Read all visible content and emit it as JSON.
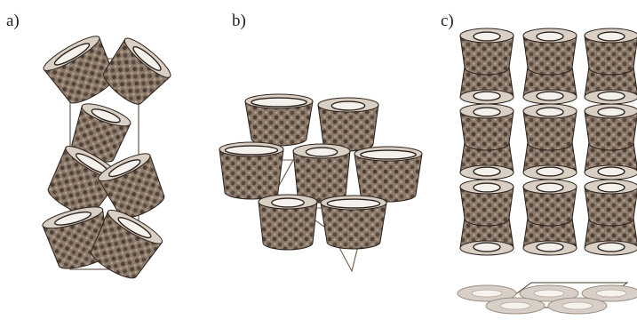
{
  "panels": [
    {
      "label": "a)"
    },
    {
      "label": "b)"
    },
    {
      "label": "c)"
    }
  ],
  "colors": {
    "body": "#8c7a6b",
    "body_dark": "#5a4a3e",
    "rim": "#d9cfc4",
    "inner": "#f4f1ec",
    "cell_outline": "#a88a62",
    "outline": "#2b221c",
    "ellipse_light": "#d8d0c8"
  }
}
